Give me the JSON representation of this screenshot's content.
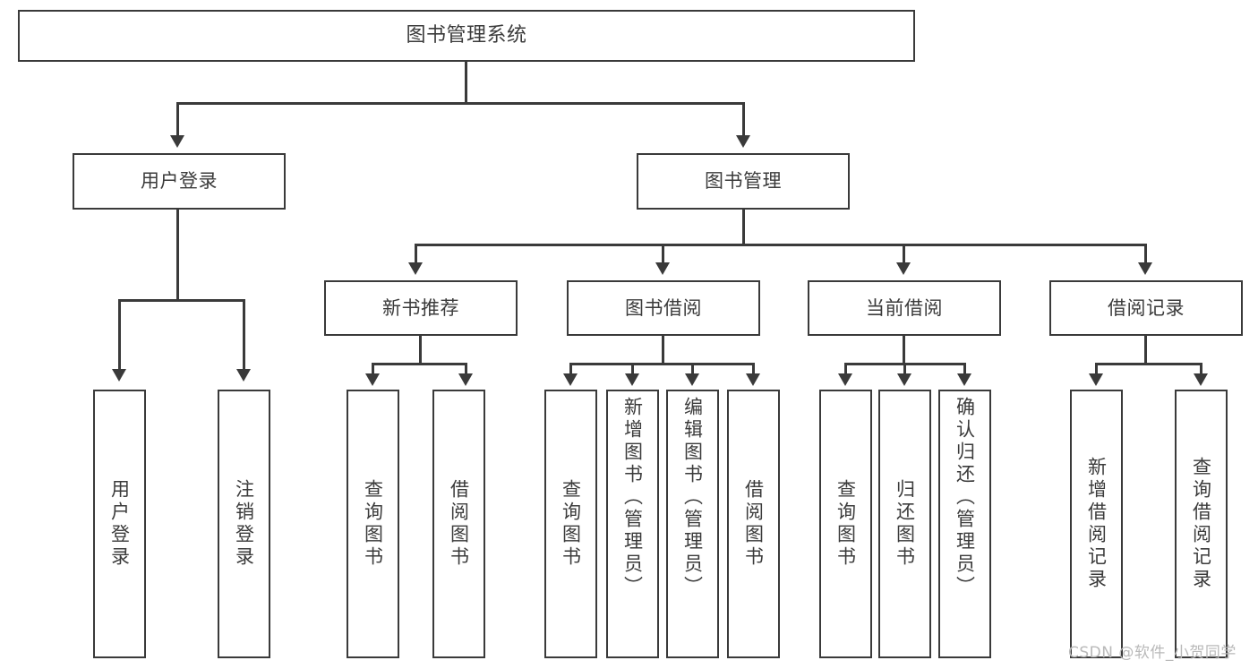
{
  "diagram": {
    "type": "tree-hierarchy",
    "title": "图书管理系统",
    "orientation": "top-down",
    "colors": {
      "border": "#3a3a3a",
      "text": "#3b3b3b",
      "background": "#ffffff",
      "watermark": "#b9b9b9"
    },
    "nodes": {
      "root": "图书管理系统",
      "level2": {
        "user_login": "用户登录",
        "book_manage": "图书管理"
      },
      "level3": {
        "new_book_recommend": "新书推荐",
        "book_borrow": "图书借阅",
        "current_borrow": "当前借阅",
        "borrow_record": "借阅记录"
      },
      "leaves": {
        "user_login_1": "用户登录",
        "user_login_2": "注销登录",
        "new_book_1": "查询图书",
        "new_book_2": "借阅图书",
        "borrow_1": "查询图书",
        "borrow_2": "新增图书（管理员）",
        "borrow_3": "编辑图书（管理员）",
        "borrow_4": "借阅图书",
        "current_1": "查询图书",
        "current_2": "归还图书",
        "current_3": "确认归还（管理员）",
        "record_1": "新增借阅记录",
        "record_2": "查询借阅记录"
      }
    },
    "edges": [
      {
        "from": "图书管理系统",
        "to": "用户登录"
      },
      {
        "from": "图书管理系统",
        "to": "图书管理"
      },
      {
        "from": "用户登录",
        "to": "用户登录"
      },
      {
        "from": "用户登录",
        "to": "注销登录"
      },
      {
        "from": "图书管理",
        "to": "新书推荐"
      },
      {
        "from": "图书管理",
        "to": "图书借阅"
      },
      {
        "from": "图书管理",
        "to": "当前借阅"
      },
      {
        "from": "图书管理",
        "to": "借阅记录"
      },
      {
        "from": "新书推荐",
        "to": "查询图书"
      },
      {
        "from": "新书推荐",
        "to": "借阅图书"
      },
      {
        "from": "图书借阅",
        "to": "查询图书"
      },
      {
        "from": "图书借阅",
        "to": "新增图书（管理员）"
      },
      {
        "from": "图书借阅",
        "to": "编辑图书（管理员）"
      },
      {
        "from": "图书借阅",
        "to": "借阅图书"
      },
      {
        "from": "当前借阅",
        "to": "查询图书"
      },
      {
        "from": "当前借阅",
        "to": "归还图书"
      },
      {
        "from": "当前借阅",
        "to": "确认归还（管理员）"
      },
      {
        "from": "借阅记录",
        "to": "新增借阅记录"
      },
      {
        "from": "借阅记录",
        "to": "查询借阅记录"
      }
    ]
  },
  "watermark": {
    "text": "CSDN @软件_小贺同学"
  }
}
